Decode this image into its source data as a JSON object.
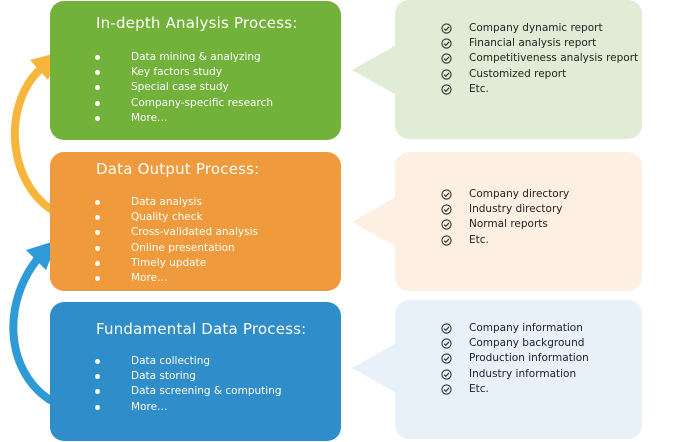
{
  "colors": {
    "green": "#72b23b",
    "orange": "#ef9a3c",
    "blue": "#2f8dc9",
    "green_light": "#e0ecd6",
    "orange_light": "#fdf0e3",
    "blue_light": "#e8f1f9",
    "arrow_orange": "#f6b53b",
    "arrow_blue": "#2e9ad8"
  },
  "processes": [
    {
      "title": "In-depth Analysis Process:",
      "items": [
        "Data mining & analyzing",
        "Key factors study",
        "Special case study",
        "Company-specific research",
        "More…"
      ],
      "outputs": [
        "Company dynamic report",
        "Financial analysis report",
        "Competitiveness analysis report",
        "Customized report",
        "Etc."
      ]
    },
    {
      "title": "Data Output Process:",
      "items": [
        "Data analysis",
        "Quality check",
        "Cross-validated analysis",
        "Online presentation",
        "Timely update",
        "More…"
      ],
      "outputs": [
        "Company directory",
        "Industry directory",
        "Normal reports",
        "Etc."
      ]
    },
    {
      "title": "Fundamental Data Process:",
      "items": [
        "Data collecting",
        "Data storing",
        "Data screening & computing",
        "More…"
      ],
      "outputs": [
        "Company information",
        "Company background",
        "Production information",
        "Industry information",
        "Etc."
      ]
    }
  ]
}
